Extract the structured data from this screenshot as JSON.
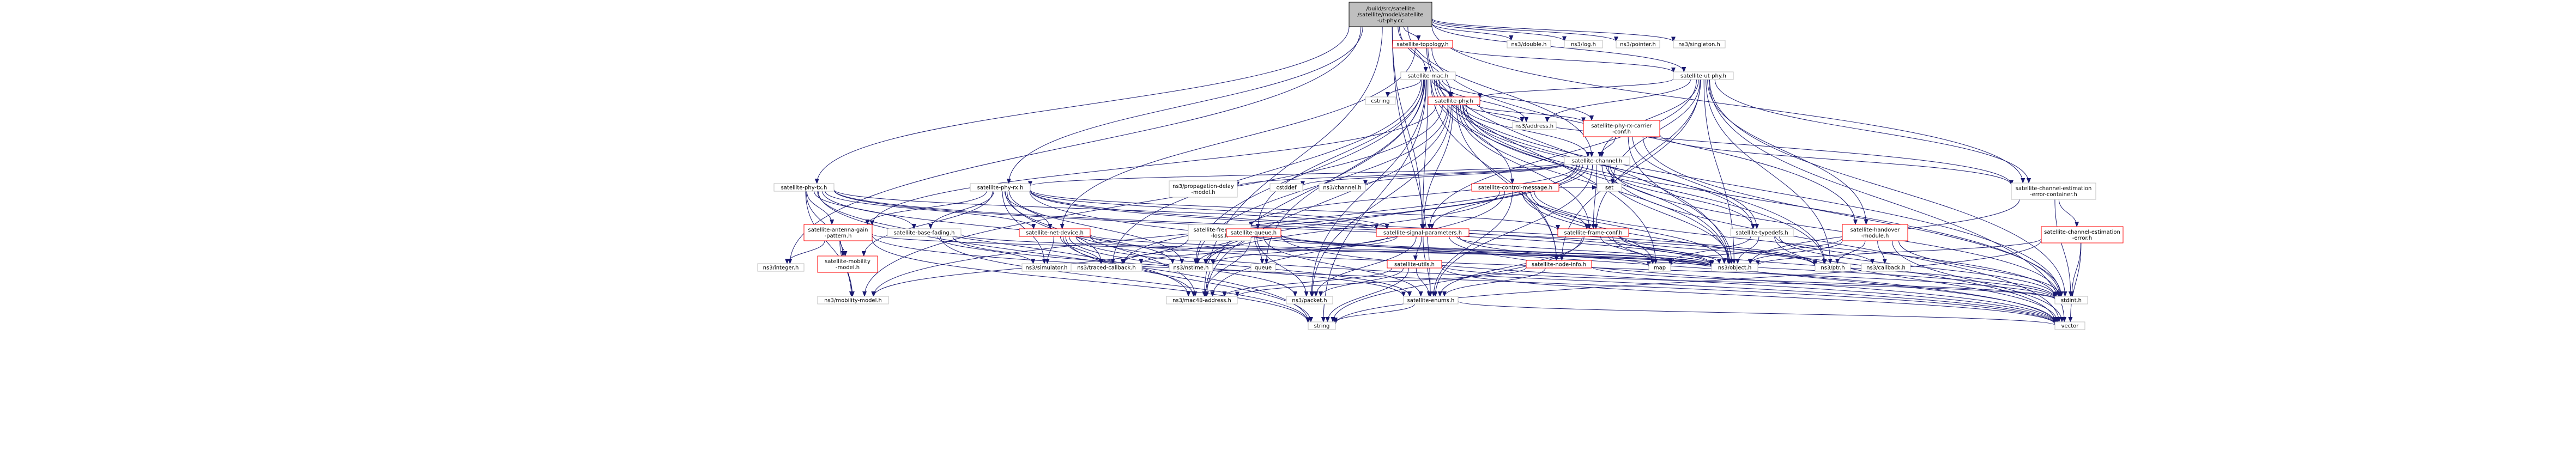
{
  "graph": {
    "root": {
      "id": "root",
      "lines": [
        "/build/src/satellite",
        "/satellite/model/satellite",
        "-ut-phy.cc"
      ]
    },
    "nodes": [
      {
        "id": "topology",
        "lines": [
          "satellite-topology.h"
        ],
        "red": true
      },
      {
        "id": "ns3double",
        "lines": [
          "ns3/double.h"
        ]
      },
      {
        "id": "ns3log",
        "lines": [
          "ns3/log.h"
        ]
      },
      {
        "id": "ns3pointer",
        "lines": [
          "ns3/pointer.h"
        ]
      },
      {
        "id": "ns3singleton",
        "lines": [
          "ns3/singleton.h"
        ]
      },
      {
        "id": "utphy",
        "lines": [
          "satellite-ut-phy.h"
        ]
      },
      {
        "id": "mac",
        "lines": [
          "satellite-mac.h"
        ]
      },
      {
        "id": "cstring",
        "lines": [
          "cstring"
        ]
      },
      {
        "id": "phy",
        "lines": [
          "satellite-phy.h"
        ],
        "red": true
      },
      {
        "id": "ns3address",
        "lines": [
          "ns3/address.h"
        ]
      },
      {
        "id": "phyrxcarrier",
        "lines": [
          "satellite-phy-rx-carrier",
          "-conf.h"
        ],
        "red": true
      },
      {
        "id": "channel",
        "lines": [
          "satellite-channel.h"
        ]
      },
      {
        "id": "phytx",
        "lines": [
          "satellite-phy-tx.h"
        ]
      },
      {
        "id": "phyrx",
        "lines": [
          "satellite-phy-rx.h"
        ]
      },
      {
        "id": "ns3propagation",
        "lines": [
          "ns3/propagation-delay",
          "-model.h"
        ]
      },
      {
        "id": "cstddef",
        "lines": [
          "cstddef"
        ]
      },
      {
        "id": "ns3channel",
        "lines": [
          "ns3/channel.h"
        ]
      },
      {
        "id": "controlmsg",
        "lines": [
          "satellite-control-message.h"
        ],
        "red": true
      },
      {
        "id": "set",
        "lines": [
          "set"
        ]
      },
      {
        "id": "chestcontainer",
        "lines": [
          "satellite-channel-estimation",
          "-error-container.h"
        ]
      },
      {
        "id": "chesterror",
        "lines": [
          "satellite-channel-estimation",
          "-error.h"
        ],
        "red": true
      },
      {
        "id": "handover",
        "lines": [
          "satellite-handover",
          "-module.h"
        ],
        "red": true
      },
      {
        "id": "typedefs",
        "lines": [
          "satellite-typedefs.h"
        ]
      },
      {
        "id": "framecf",
        "lines": [
          "satellite-frame-conf.h"
        ],
        "red": true
      },
      {
        "id": "freespace",
        "lines": [
          "satellite-free-space",
          "-loss.h"
        ]
      },
      {
        "id": "sigparams",
        "lines": [
          "satellite-signal-parameters.h"
        ],
        "red": true
      },
      {
        "id": "queue",
        "lines": [
          "satellite-queue.h"
        ],
        "red": true
      },
      {
        "id": "antenna",
        "lines": [
          "satellite-antenna-gain",
          "-pattern.h"
        ],
        "red": true
      },
      {
        "id": "basefading",
        "lines": [
          "satellite-base-fading.h"
        ]
      },
      {
        "id": "netdevice",
        "lines": [
          "satellite-net-device.h"
        ],
        "red": true
      },
      {
        "id": "mobilitymodel",
        "lines": [
          "satellite-mobility",
          "-model.h"
        ],
        "red": true
      },
      {
        "id": "utils",
        "lines": [
          "satellite-utils.h"
        ],
        "red": true
      },
      {
        "id": "nodeinfo",
        "lines": [
          "satellite-node-info.h"
        ],
        "red": true
      },
      {
        "id": "enums",
        "lines": [
          "satellite-enums.h"
        ]
      },
      {
        "id": "ns3integer",
        "lines": [
          "ns3/integer.h"
        ]
      },
      {
        "id": "ns3simulator",
        "lines": [
          "ns3/simulator.h"
        ]
      },
      {
        "id": "ns3traced",
        "lines": [
          "ns3/traced-callback.h"
        ]
      },
      {
        "id": "ns3nstime",
        "lines": [
          "ns3/nstime.h"
        ]
      },
      {
        "id": "queuestd",
        "lines": [
          "queue"
        ]
      },
      {
        "id": "map",
        "lines": [
          "map"
        ]
      },
      {
        "id": "ns3object",
        "lines": [
          "ns3/object.h"
        ]
      },
      {
        "id": "ns3ptr",
        "lines": [
          "ns3/ptr.h"
        ]
      },
      {
        "id": "ns3callback",
        "lines": [
          "ns3/callback.h"
        ]
      },
      {
        "id": "ns3mobility",
        "lines": [
          "ns3/mobility-model.h"
        ]
      },
      {
        "id": "ns3mac48",
        "lines": [
          "ns3/mac48-address.h"
        ]
      },
      {
        "id": "ns3packet",
        "lines": [
          "ns3/packet.h"
        ]
      },
      {
        "id": "stdint",
        "lines": [
          "stdint.h"
        ]
      },
      {
        "id": "string",
        "lines": [
          "string"
        ]
      },
      {
        "id": "vector",
        "lines": [
          "vector"
        ]
      }
    ],
    "edges": [
      [
        "root",
        "topology"
      ],
      [
        "root",
        "ns3double"
      ],
      [
        "root",
        "ns3log"
      ],
      [
        "root",
        "ns3pointer"
      ],
      [
        "root",
        "ns3singleton"
      ],
      [
        "root",
        "utphy"
      ],
      [
        "root",
        "mac"
      ],
      [
        "root",
        "channel"
      ],
      [
        "root",
        "phytx"
      ],
      [
        "root",
        "phyrx"
      ],
      [
        "root",
        "sigparams"
      ],
      [
        "root",
        "chestcontainer"
      ],
      [
        "root",
        "ns3integer"
      ],
      [
        "root",
        "ns3mac48"
      ],
      [
        "root",
        "phy"
      ],
      [
        "root",
        "enums"
      ],
      [
        "topology",
        "utphy"
      ],
      [
        "topology",
        "netdevice"
      ],
      [
        "topology",
        "map"
      ],
      [
        "topology",
        "ns3object"
      ],
      [
        "topology",
        "handover"
      ],
      [
        "utphy",
        "phy"
      ],
      [
        "utphy",
        "ns3address"
      ],
      [
        "utphy",
        "chestcontainer"
      ],
      [
        "utphy",
        "framecf"
      ],
      [
        "utphy",
        "sigparams"
      ],
      [
        "utphy",
        "set"
      ],
      [
        "utphy",
        "ns3object"
      ],
      [
        "utphy",
        "stdint"
      ],
      [
        "utphy",
        "vector"
      ],
      [
        "utphy",
        "ns3ptr"
      ],
      [
        "utphy",
        "channel"
      ],
      [
        "utphy",
        "nodeinfo"
      ],
      [
        "utphy",
        "handover"
      ],
      [
        "mac",
        "cstring"
      ],
      [
        "mac",
        "phy"
      ],
      [
        "mac",
        "ns3address"
      ],
      [
        "mac",
        "controlmsg"
      ],
      [
        "mac",
        "queue"
      ],
      [
        "mac",
        "sigparams"
      ],
      [
        "mac",
        "nodeinfo"
      ],
      [
        "mac",
        "ns3traced"
      ],
      [
        "mac",
        "ns3nstime"
      ],
      [
        "mac",
        "ns3packet"
      ],
      [
        "mac",
        "queuestd"
      ],
      [
        "mac",
        "stdint"
      ],
      [
        "mac",
        "ns3mac48"
      ],
      [
        "mac",
        "string"
      ],
      [
        "mac",
        "ns3object"
      ],
      [
        "mac",
        "ns3ptr"
      ],
      [
        "mac",
        "phyrxcarrier"
      ],
      [
        "phy",
        "ns3address"
      ],
      [
        "phy",
        "phyrxcarrier"
      ],
      [
        "phy",
        "channel"
      ],
      [
        "phy",
        "framecf"
      ],
      [
        "phy",
        "sigparams"
      ],
      [
        "phy",
        "antenna"
      ],
      [
        "phy",
        "nodeinfo"
      ],
      [
        "phy",
        "ns3nstime"
      ],
      [
        "phy",
        "ns3mobility"
      ],
      [
        "phy",
        "ns3object"
      ],
      [
        "phy",
        "ns3ptr"
      ],
      [
        "phy",
        "ns3packet"
      ],
      [
        "phy",
        "stdint"
      ],
      [
        "phy",
        "ns3mac48"
      ],
      [
        "phy",
        "chestcontainer"
      ],
      [
        "phy",
        "typedefs"
      ],
      [
        "phyrxcarrier",
        "channel"
      ],
      [
        "phyrxcarrier",
        "chestcontainer"
      ],
      [
        "phyrxcarrier",
        "typedefs"
      ],
      [
        "phyrxcarrier",
        "ns3object"
      ],
      [
        "phyrxcarrier",
        "stdint"
      ],
      [
        "channel",
        "phyrx"
      ],
      [
        "channel",
        "freespace"
      ],
      [
        "channel",
        "ns3propagation"
      ],
      [
        "channel",
        "cstddef"
      ],
      [
        "channel",
        "ns3channel"
      ],
      [
        "channel",
        "sigparams"
      ],
      [
        "channel",
        "ns3mobility"
      ],
      [
        "channel",
        "ns3traced"
      ],
      [
        "channel",
        "ns3nstime"
      ],
      [
        "channel",
        "enums"
      ],
      [
        "channel",
        "framecf"
      ],
      [
        "channel",
        "ns3object"
      ],
      [
        "channel",
        "stdint"
      ],
      [
        "channel",
        "vector"
      ],
      [
        "channel",
        "typedefs"
      ],
      [
        "phytx",
        "antenna"
      ],
      [
        "phytx",
        "mobilitymodel"
      ],
      [
        "phytx",
        "netdevice"
      ],
      [
        "phytx",
        "sigparams"
      ],
      [
        "phytx",
        "basefading"
      ],
      [
        "phytx",
        "ns3nstime"
      ],
      [
        "phytx",
        "ns3object"
      ],
      [
        "phytx",
        "ns3ptr"
      ],
      [
        "phytx",
        "ns3mobility"
      ],
      [
        "phytx",
        "ns3mac48"
      ],
      [
        "phytx",
        "string"
      ],
      [
        "phyrx",
        "antenna"
      ],
      [
        "phyrx",
        "mobilitymodel"
      ],
      [
        "phyrx",
        "netdevice"
      ],
      [
        "phyrx",
        "sigparams"
      ],
      [
        "phyrx",
        "basefading"
      ],
      [
        "phyrx",
        "ns3nstime"
      ],
      [
        "phyrx",
        "ns3object"
      ],
      [
        "phyrx",
        "ns3ptr"
      ],
      [
        "phyrx",
        "ns3mac48"
      ],
      [
        "phyrx",
        "ns3traced"
      ],
      [
        "phyrx",
        "ns3simulator"
      ],
      [
        "phyrx",
        "vector"
      ],
      [
        "phyrx",
        "framecf"
      ],
      [
        "controlmsg",
        "framecf"
      ],
      [
        "controlmsg",
        "set"
      ],
      [
        "controlmsg",
        "map"
      ],
      [
        "controlmsg",
        "ns3object"
      ],
      [
        "controlmsg",
        "stdint"
      ],
      [
        "controlmsg",
        "ns3mac48"
      ],
      [
        "controlmsg",
        "enums"
      ],
      [
        "controlmsg",
        "vector"
      ],
      [
        "controlmsg",
        "ns3nstime"
      ],
      [
        "chestcontainer",
        "chesterror"
      ],
      [
        "chestcontainer",
        "ns3object"
      ],
      [
        "chestcontainer",
        "stdint"
      ],
      [
        "chesterror",
        "ns3object"
      ],
      [
        "chesterror",
        "stdint"
      ],
      [
        "chesterror",
        "vector"
      ],
      [
        "chesterror",
        "string"
      ],
      [
        "handover",
        "ns3object"
      ],
      [
        "handover",
        "ns3ptr"
      ],
      [
        "handover",
        "ns3callback"
      ],
      [
        "handover",
        "stdint"
      ],
      [
        "handover",
        "map"
      ],
      [
        "handover",
        "vector"
      ],
      [
        "typedefs",
        "ns3callback"
      ],
      [
        "typedefs",
        "ns3object"
      ],
      [
        "typedefs",
        "stdint"
      ],
      [
        "typedefs",
        "vector"
      ],
      [
        "typedefs",
        "map"
      ],
      [
        "framecf",
        "map"
      ],
      [
        "framecf",
        "ns3object"
      ],
      [
        "framecf",
        "ns3ptr"
      ],
      [
        "framecf",
        "stdint"
      ],
      [
        "framecf",
        "vector"
      ],
      [
        "framecf",
        "enums"
      ],
      [
        "framecf",
        "string"
      ],
      [
        "freespace",
        "ns3object"
      ],
      [
        "freespace",
        "ns3mobility"
      ],
      [
        "sigparams",
        "utils"
      ],
      [
        "sigparams",
        "enums"
      ],
      [
        "sigparams",
        "ns3object"
      ],
      [
        "sigparams",
        "ns3nstime"
      ],
      [
        "sigparams",
        "ns3packet"
      ],
      [
        "sigparams",
        "vector"
      ],
      [
        "sigparams",
        "stdint"
      ],
      [
        "sigparams",
        "ns3traced"
      ],
      [
        "queue",
        "ns3object"
      ],
      [
        "queue",
        "ns3traced"
      ],
      [
        "queue",
        "ns3nstime"
      ],
      [
        "queue",
        "queuestd"
      ],
      [
        "queue",
        "ns3packet"
      ],
      [
        "queue",
        "ns3mac48"
      ],
      [
        "queue",
        "enums"
      ],
      [
        "queue",
        "vector"
      ],
      [
        "queue",
        "map"
      ],
      [
        "antenna",
        "mobilitymodel"
      ],
      [
        "antenna",
        "ns3integer"
      ],
      [
        "antenna",
        "ns3object"
      ],
      [
        "antenna",
        "vector"
      ],
      [
        "antenna",
        "string"
      ],
      [
        "antenna",
        "ns3mobility"
      ],
      [
        "basefading",
        "ns3object"
      ],
      [
        "basefading",
        "ns3simulator"
      ],
      [
        "basefading",
        "enums"
      ],
      [
        "basefading",
        "string"
      ],
      [
        "netdevice",
        "ns3traced"
      ],
      [
        "netdevice",
        "ns3mac48"
      ],
      [
        "netdevice",
        "ns3packet"
      ],
      [
        "netdevice",
        "ns3simulator"
      ],
      [
        "netdevice",
        "enums"
      ],
      [
        "netdevice",
        "stdint"
      ],
      [
        "netdevice",
        "string"
      ],
      [
        "netdevice",
        "vector"
      ],
      [
        "netdevice",
        "ns3object"
      ],
      [
        "mobilitymodel",
        "ns3mobility"
      ],
      [
        "utils",
        "ns3mac48"
      ],
      [
        "utils",
        "ns3packet"
      ],
      [
        "utils",
        "enums"
      ],
      [
        "utils",
        "stdint"
      ],
      [
        "utils",
        "string"
      ],
      [
        "utils",
        "vector"
      ],
      [
        "nodeinfo",
        "enums"
      ],
      [
        "nodeinfo",
        "ns3mac48"
      ],
      [
        "nodeinfo",
        "stdint"
      ],
      [
        "enums",
        "string"
      ],
      [
        "enums",
        "vector"
      ]
    ]
  }
}
